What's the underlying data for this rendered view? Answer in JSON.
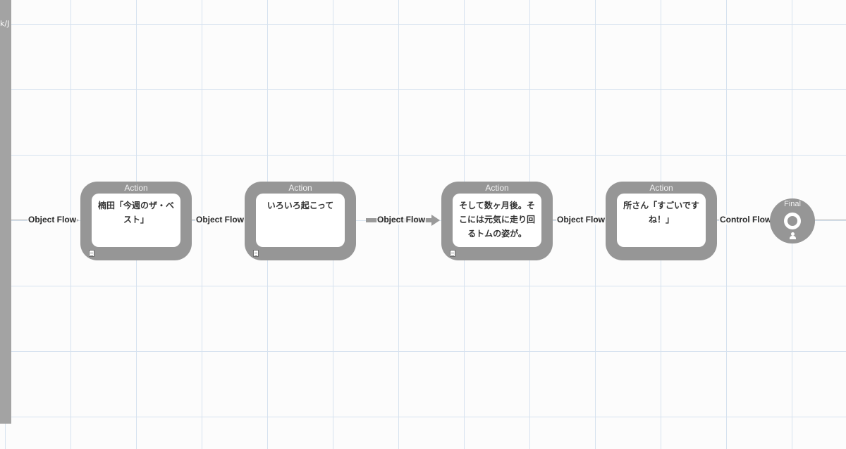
{
  "swimlane": {
    "label": "k/J"
  },
  "actions": [
    {
      "stereotype": "Action",
      "text": "楠田「今週のザ・ベスト」"
    },
    {
      "stereotype": "Action",
      "text": "いろいろ起こって"
    },
    {
      "stereotype": "Action",
      "text": "そして数ヶ月後。そこには元気に走り回るトムの姿が。"
    },
    {
      "stereotype": "Action",
      "text": "所さん「すごいですね！」"
    }
  ],
  "final_node": {
    "label": "Final"
  },
  "flows": [
    {
      "label": "Object Flow"
    },
    {
      "label": "Object Flow"
    },
    {
      "label": "Object Flow"
    },
    {
      "label": "Object Flow"
    },
    {
      "label": "Control Flow"
    }
  ],
  "colors": {
    "node_fill": "#969696",
    "node_inner": "#ffffff",
    "grid_line": "#d6e2ef",
    "background": "#fcfcfc"
  }
}
